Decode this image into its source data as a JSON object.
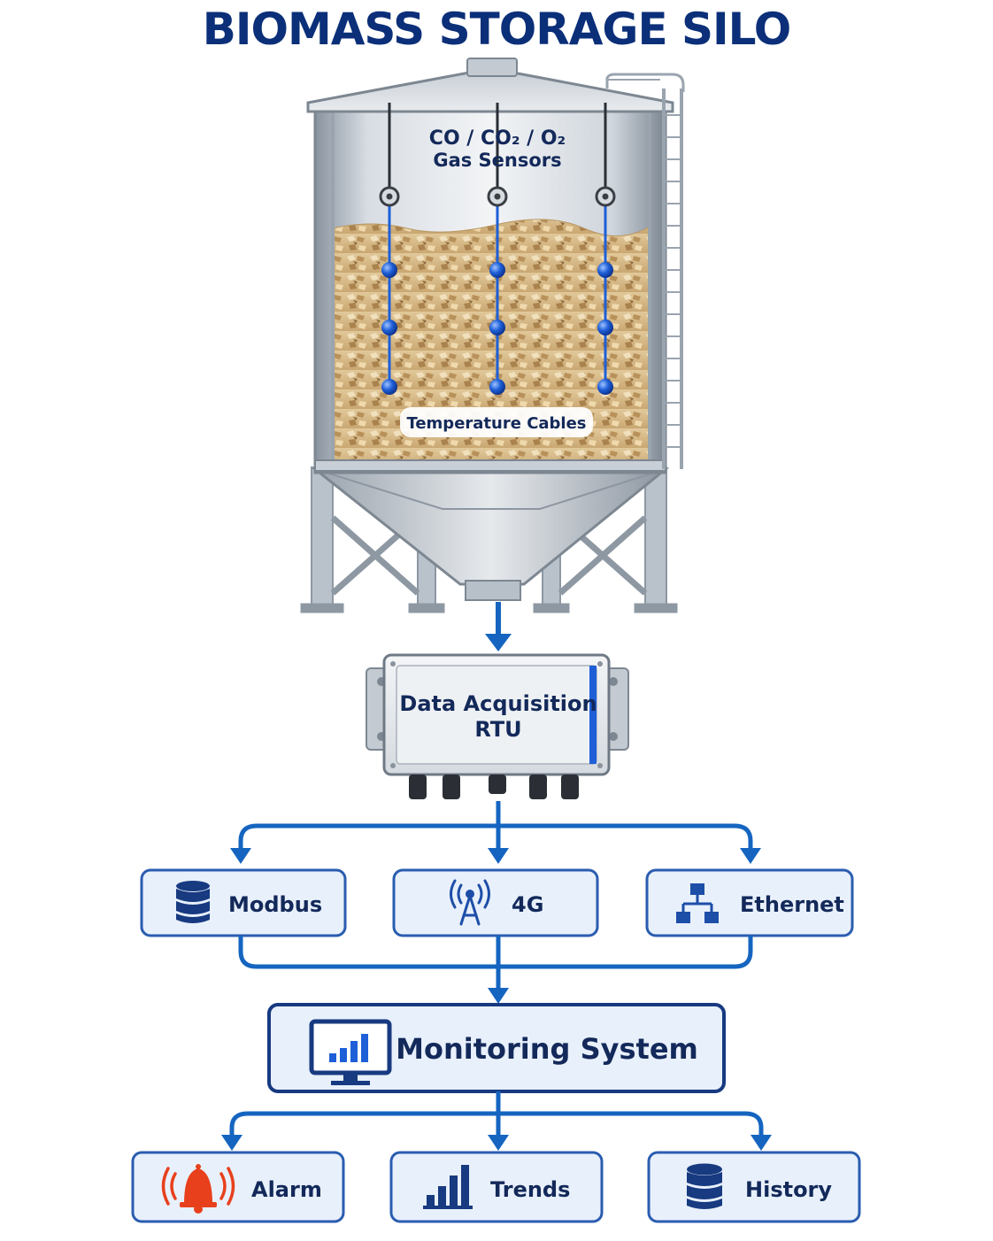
{
  "title": "BIOMASS STORAGE SILO",
  "silo": {
    "gas_sensor_label_line1": "CO / CO₂ / O₂",
    "gas_sensor_label_line2": "Gas Sensors",
    "temperature_label": "Temperature Cables"
  },
  "rtu": {
    "line1": "Data Acquisition",
    "line2": "RTU"
  },
  "comms": [
    {
      "label": "Modbus",
      "icon": "database-icon"
    },
    {
      "label": "4G",
      "icon": "antenna-icon"
    },
    {
      "label": "Ethernet",
      "icon": "network-icon"
    }
  ],
  "monitoring": {
    "label": "Monitoring System",
    "icon": "monitor-chart-icon"
  },
  "outputs": [
    {
      "label": "Alarm",
      "icon": "alarm-bell-icon"
    },
    {
      "label": "Trends",
      "icon": "bar-chart-icon"
    },
    {
      "label": "History",
      "icon": "database-icon"
    }
  ],
  "colors": {
    "title": "#0b2f78",
    "connector": "#1565c0",
    "box_fill": "#e8f0fb",
    "box_stroke": "#2a5db0",
    "sensor_node": "#1e5fd8",
    "alarm": "#e8401c"
  }
}
